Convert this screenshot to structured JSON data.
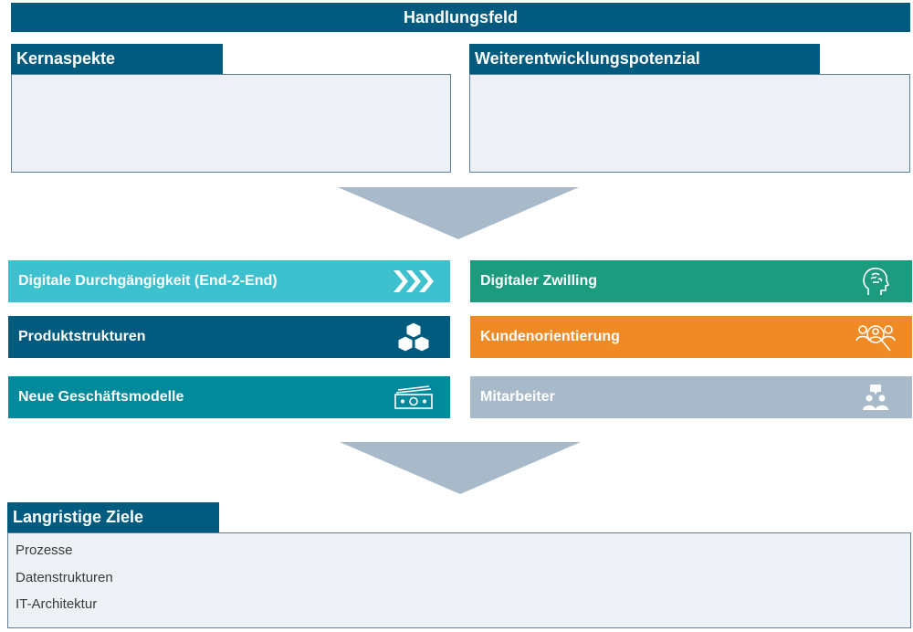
{
  "banner": {
    "title": "Handlungsfeld"
  },
  "left_box": {
    "title": "Kernaspekte"
  },
  "right_box": {
    "title": "Weiterentwicklungspotenzial"
  },
  "fields": [
    {
      "label": "Digitale Durchgängigkeit (End-2-End)",
      "icon": "chevrons-right-icon",
      "color": "#3ec1cf"
    },
    {
      "label": "Digitaler Zwilling",
      "icon": "brain-head-icon",
      "color": "#1d9b7f"
    },
    {
      "label": "Produktstrukturen",
      "icon": "cubes-icon",
      "color": "#005b7f"
    },
    {
      "label": "Kundenorientierung",
      "icon": "people-search-icon",
      "color": "#f08a24"
    },
    {
      "label": "Neue Geschäftsmodelle",
      "icon": "banknote-icon",
      "color": "#008a9b"
    },
    {
      "label": "Mitarbeiter",
      "icon": "team-icon",
      "color": "#a8bac9"
    }
  ],
  "goals": {
    "title": "Langristige Ziele",
    "items": [
      "Prozesse",
      "Datenstrukturen",
      "IT-Architektur"
    ]
  }
}
